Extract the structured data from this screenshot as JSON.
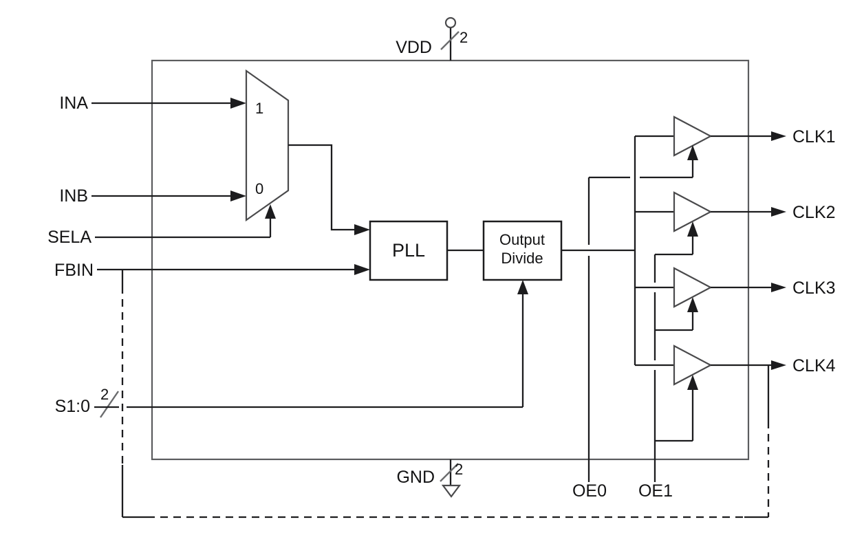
{
  "diagram": {
    "type": "block-diagram",
    "description": "Clock generator IC block diagram: input mux, PLL, output divider, four gated clock output buffers, external feedback path",
    "left_inputs": {
      "ina": "INA",
      "inb": "INB",
      "sela": "SELA",
      "fbin": "FBIN",
      "s10": "S1:0"
    },
    "right_outputs": {
      "clk1": "CLK1",
      "clk2": "CLK2",
      "clk3": "CLK3",
      "clk4": "CLK4"
    },
    "top_pins": {
      "vdd": "VDD",
      "vdd_bus_width": "2"
    },
    "bottom_pins": {
      "gnd": "GND",
      "gnd_bus_width": "2",
      "oe0": "OE0",
      "oe1": "OE1"
    },
    "bus_widths": {
      "s10": "2"
    },
    "blocks": {
      "pll": "PLL",
      "output_divide_line1": "Output",
      "output_divide_line2": "Divide"
    },
    "mux": {
      "input1": "1",
      "input0": "0"
    },
    "colors": {
      "wire": "#1c1c1e",
      "chip_outline": "#5b5c5e",
      "symbol_outline": "#4a4a4c",
      "text": "#131314",
      "background": "#ffffff"
    }
  }
}
